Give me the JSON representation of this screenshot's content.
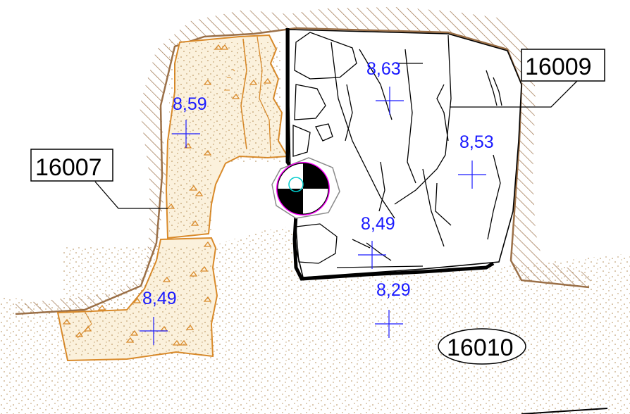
{
  "drawing": {
    "elevations": [
      {
        "id": "e1",
        "value": "8,63"
      },
      {
        "id": "e2",
        "value": "8,59"
      },
      {
        "id": "e3",
        "value": "8,53"
      },
      {
        "id": "e4",
        "value": "8,49"
      },
      {
        "id": "e5",
        "value": "8,49"
      },
      {
        "id": "e6",
        "value": "8,29"
      }
    ],
    "feature_tags": {
      "left_box": "16007",
      "right_box": "16009",
      "oval": "16010"
    },
    "colors": {
      "sand_fill": "#fbf1dc",
      "sand_dots": "#a5793a",
      "orange_outline": "#d98a2a",
      "hatch": "#9b7048",
      "stone_line": "#000000",
      "elevation_text": "#1a1aff",
      "marker_magenta": "#ff00ff",
      "marker_cyan": "#00cccc",
      "marker_gray": "#8a8a8a"
    }
  }
}
